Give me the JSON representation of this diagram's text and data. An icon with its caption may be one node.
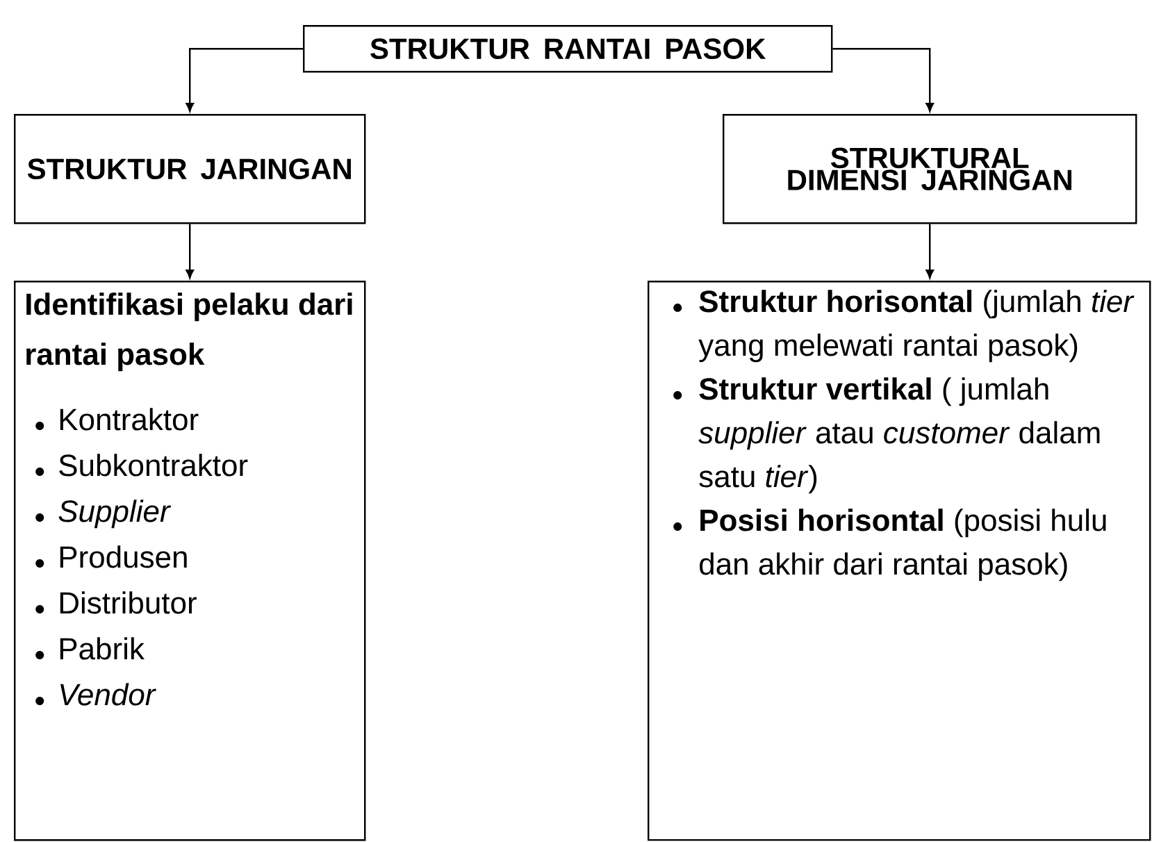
{
  "diagram": {
    "nodes": [
      {
        "text": [
          "STRUKTUR RANTAI PASOK"
        ]
      },
      {
        "text": [
          "STRUKTUR JARINGAN"
        ]
      },
      {
        "text": [
          "STRUKTURAL DIMENSI JARINGAN"
        ]
      },
      {
        "text": [
          "Identifikasi pelaku dari rantai pasok",
          "Kontraktor",
          "Subkontraktor",
          "*Supplier*",
          "Produsen",
          "Distributor",
          "Pabrik",
          "*Vendor*"
        ]
      },
      {
        "text": [
          "**Struktur horisontal** (jumlah *tier* yang melewati rantai pasok)",
          "**Struktur vertikal** ( jumlah *supplier* atau *customer* dalam satu *tier*)",
          "**Posisi horisontal** (posisi hulu dan akhir dari rantai pasok)"
        ]
      }
    ],
    "edges": [
      {
        "from": 0,
        "to": 1,
        "arrow": "to"
      },
      {
        "from": 0,
        "to": 2,
        "arrow": "to"
      },
      {
        "from": 1,
        "to": 3,
        "arrow": "to"
      },
      {
        "from": 2,
        "to": 4,
        "arrow": "to"
      }
    ]
  }
}
